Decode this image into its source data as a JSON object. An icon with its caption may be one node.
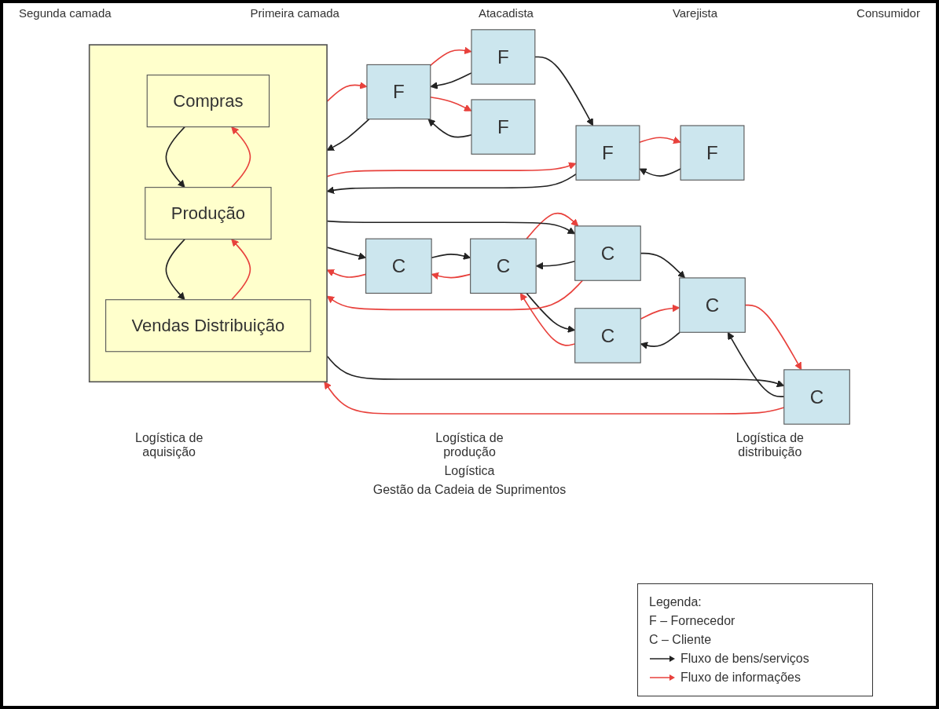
{
  "diagram": {
    "nodes": [
      {
        "text": [
          "F"
        ]
      },
      {
        "text": [
          "F"
        ]
      },
      {
        "text": [
          "F"
        ]
      },
      {
        "text": [
          "F"
        ]
      },
      {
        "text": [
          "F"
        ]
      },
      {
        "text": [],
        "shape": "box"
      },
      {
        "text": [
          "Compras"
        ],
        "in": 5
      },
      {
        "text": [
          "Produção"
        ],
        "in": 5
      },
      {
        "text": [
          "Vendas Distribuição"
        ],
        "in": 5
      },
      {
        "text": [
          "C"
        ]
      },
      {
        "text": [
          "C"
        ]
      },
      {
        "text": [
          "C"
        ]
      },
      {
        "text": [
          "C"
        ]
      },
      {
        "text": [
          "C"
        ]
      },
      {
        "text": [
          "C"
        ]
      }
    ],
    "edges": [
      {
        "from": 0,
        "to": 3,
        "arrow": "to"
      },
      {
        "from": 1,
        "to": 3,
        "arrow": "to"
      },
      {
        "from": 1,
        "to": 4,
        "arrow": "to"
      },
      {
        "from": 2,
        "to": 4,
        "arrow": "to"
      },
      {
        "from": 3,
        "to": 5,
        "arrow": "to"
      },
      {
        "from": 4,
        "to": 5,
        "arrow": "to"
      },
      {
        "from": 6,
        "to": 7,
        "arrow": "to"
      },
      {
        "from": 7,
        "to": 8,
        "arrow": "to"
      },
      {
        "from": 5,
        "to": 9,
        "arrow": "to"
      },
      {
        "from": 5,
        "to": 10,
        "arrow": "to"
      },
      {
        "from": 5,
        "to": 11,
        "arrow": "to"
      },
      {
        "from": 9,
        "to": 12,
        "arrow": "to"
      },
      {
        "from": 10,
        "to": 12,
        "arrow": "to"
      },
      {
        "from": 10,
        "to": 13,
        "arrow": "to"
      },
      {
        "from": 11,
        "to": 13,
        "arrow": "to"
      },
      {
        "from": 12,
        "to": 14,
        "arrow": "to"
      },
      {
        "from": 13,
        "to": 14,
        "arrow": "to"
      },
      {
        "from": 3,
        "to": 0,
        "arrow": "to",
        "color": "#e8413c"
      },
      {
        "from": 4,
        "to": 1,
        "arrow": "to",
        "color": "#e8413c"
      },
      {
        "from": 4,
        "to": 2,
        "arrow": "to",
        "color": "#e8413c"
      },
      {
        "from": 5,
        "to": 3,
        "arrow": "to",
        "color": "#e8413c"
      },
      {
        "from": 5,
        "to": 4,
        "arrow": "to",
        "color": "#e8413c"
      },
      {
        "from": 8,
        "to": 7,
        "arrow": "to",
        "color": "#e8413c"
      },
      {
        "from": 7,
        "to": 6,
        "arrow": "to",
        "color": "#e8413c"
      },
      {
        "from": 9,
        "to": 5,
        "arrow": "to",
        "color": "#e8413c"
      },
      {
        "from": 10,
        "to": 5,
        "arrow": "to",
        "color": "#e8413c"
      },
      {
        "from": 11,
        "to": 5,
        "arrow": "to",
        "color": "#e8413c"
      },
      {
        "from": 12,
        "to": 9,
        "arrow": "to",
        "color": "#e8413c"
      },
      {
        "from": 12,
        "to": 10,
        "arrow": "to",
        "color": "#e8413c"
      },
      {
        "from": 14,
        "to": 12,
        "arrow": "to",
        "color": "#e8413c"
      },
      {
        "from": 14,
        "to": 13,
        "arrow": "to",
        "color": "#e8413c"
      },
      {
        "from": 13,
        "to": 11,
        "arrow": "to",
        "color": "#e8413c"
      }
    ],
    "labels": [
      "Segunda camada",
      "Primeira camada",
      "Atacadista",
      "Varejista",
      "Consumidor",
      "Logística de aquisição",
      "Logística de produção",
      "Logística de distribuição",
      "Logística",
      "Gestão da Cadeia de Suprimentos",
      "Legenda:"
    ],
    "legend": [
      {
        "text": "F – Fornecedor"
      },
      {
        "text": "C – Cliente"
      },
      {
        "text": "Fluxo de bens/serviços"
      },
      {
        "text": "Fluxo de informações"
      }
    ]
  }
}
